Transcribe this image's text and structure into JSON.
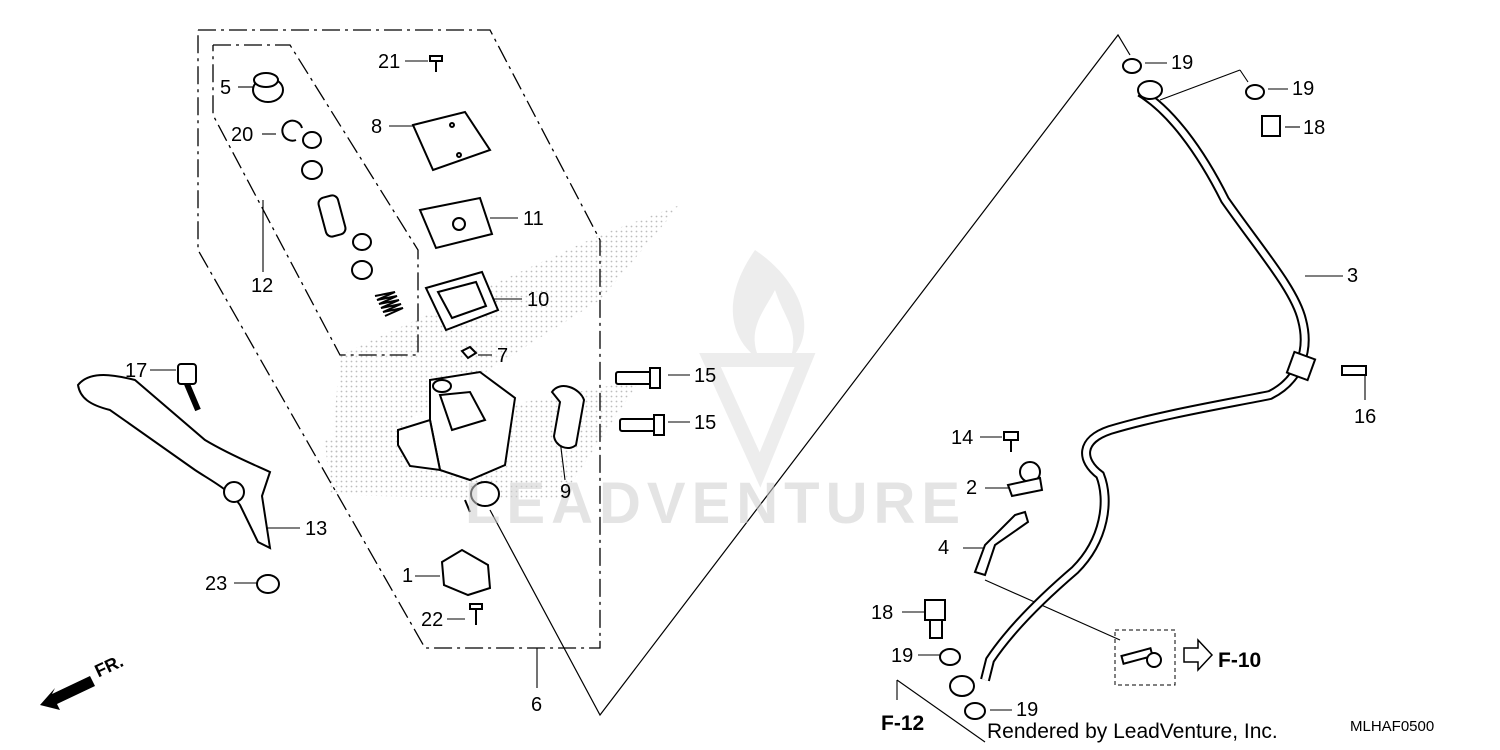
{
  "diagram": {
    "callouts": [
      "1",
      "2",
      "3",
      "4",
      "5",
      "6",
      "7",
      "8",
      "9",
      "10",
      "11",
      "12",
      "13",
      "14",
      "15",
      "15",
      "16",
      "17",
      "18",
      "18",
      "19",
      "19",
      "19",
      "19",
      "20",
      "21",
      "22",
      "23"
    ],
    "references": [
      "F-10",
      "F-12"
    ],
    "direction_marker": "FR.",
    "credit": "Rendered by LeadVenture, Inc.",
    "diagram_code": "MLHAF0500",
    "watermark": "LEADVENTURE"
  }
}
